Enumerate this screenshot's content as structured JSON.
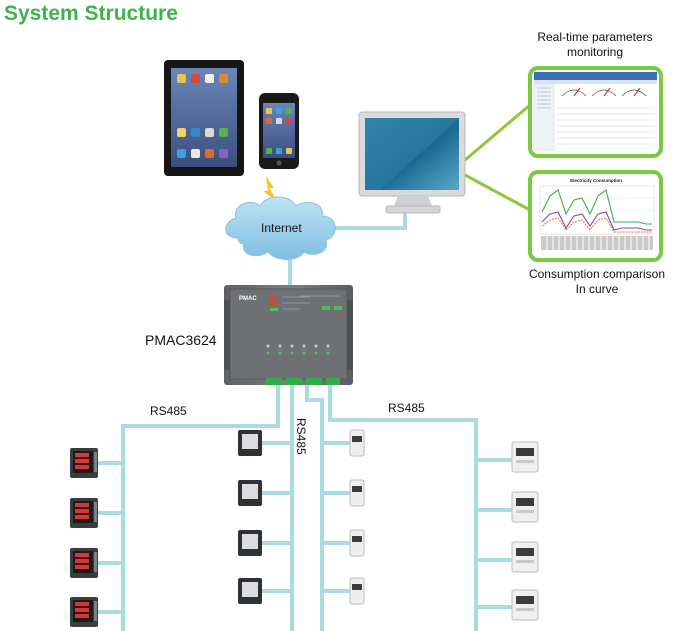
{
  "title": "System Structure",
  "labels": {
    "internet": "Internet",
    "gateway": "PMAC3624",
    "rs485_left": "RS485",
    "rs485_middle": "RS485",
    "rs485_right": "RS485",
    "realtime_line1": "Real-time parameters",
    "realtime_line2": "monitoring",
    "consumption_line1": "Consumption comparison",
    "consumption_line2": "In curve",
    "gateway_brand": "PMAC",
    "chart_title": "Electricity Consumption"
  },
  "colors": {
    "title": "#3fb34a",
    "bus": "#a9dbe3",
    "link": "#8dc63f",
    "frame": "#7ac943",
    "cloud": "#9fcfe9",
    "gateway": "#6f7376"
  },
  "icons": [
    "tablet-icon",
    "phone-icon",
    "lightning-icon",
    "monitor-icon",
    "cloud-icon",
    "gateway-device-icon",
    "panel-meter-icon",
    "din-rail-meter-icon"
  ]
}
